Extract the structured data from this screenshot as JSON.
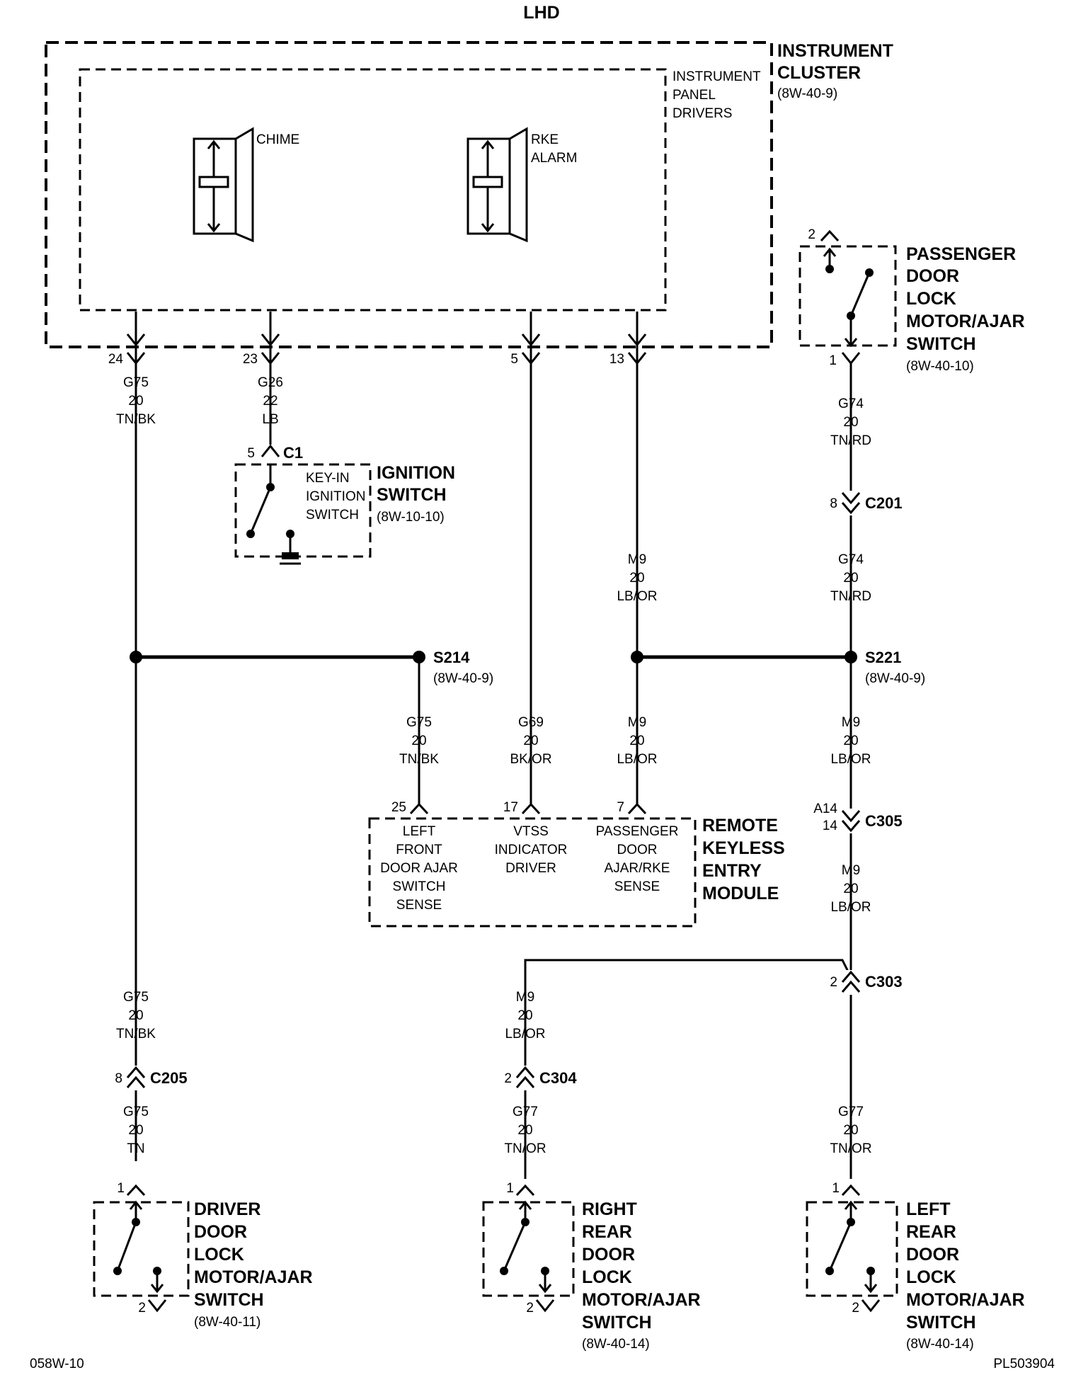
{
  "title": "LHD",
  "footer": {
    "left": "058W-10",
    "right": "PL503904"
  },
  "instrument_cluster": {
    "name_lines": [
      "INSTRUMENT",
      "CLUSTER"
    ],
    "ref": "(8W-40-9)",
    "inner_lines": [
      "INSTRUMENT",
      "PANEL",
      "DRIVERS"
    ],
    "chime": "CHIME",
    "rke_lines": [
      "RKE",
      "ALARM"
    ],
    "pins": [
      "24",
      "23",
      "5",
      "13"
    ]
  },
  "wires": {
    "g75_top": [
      "G75",
      "20",
      "TN/BK"
    ],
    "g26": [
      "G26",
      "22",
      "LB"
    ],
    "g74_top": [
      "G74",
      "20",
      "TN/RD"
    ],
    "g74_mid": [
      "G74",
      "20",
      "TN/RD"
    ],
    "m9_top": [
      "M9",
      "20",
      "LB/OR"
    ],
    "g75_mid": [
      "G75",
      "20",
      "TN/BK"
    ],
    "g69": [
      "G69",
      "20",
      "BK/OR"
    ],
    "m9_mid": [
      "M9",
      "20",
      "LB/OR"
    ],
    "m9_right1": [
      "M9",
      "20",
      "LB/OR"
    ],
    "m9_right2": [
      "M9",
      "20",
      "LB/OR"
    ],
    "m9_c304": [
      "M9",
      "20",
      "LB/OR"
    ],
    "g75_left": [
      "G75",
      "20",
      "TN/BK"
    ],
    "g75_tn": [
      "G75",
      "20",
      "TN"
    ],
    "g77_mid": [
      "G77",
      "20",
      "TN/OR"
    ],
    "g77_right": [
      "G77",
      "20",
      "TN/OR"
    ]
  },
  "ignition": {
    "connector": "C1",
    "pin": "5",
    "inner_lines": [
      "KEY-IN",
      "IGNITION",
      "SWITCH"
    ],
    "name_lines": [
      "IGNITION",
      "SWITCH"
    ],
    "ref": "(8W-10-10)"
  },
  "passenger_switch": {
    "pin_top": "2",
    "pin_bottom": "1",
    "name_lines": [
      "PASSENGER",
      "DOOR",
      "LOCK",
      "MOTOR/AJAR",
      "SWITCH"
    ],
    "ref": "(8W-40-10)"
  },
  "connectors": {
    "c201": {
      "name": "C201",
      "pin": "8"
    },
    "c305": {
      "name": "C305",
      "pin_a": "A14",
      "pin_b": "14"
    },
    "c303": {
      "name": "C303",
      "pin": "2"
    },
    "c304": {
      "name": "C304",
      "pin": "2"
    },
    "c205": {
      "name": "C205",
      "pin": "8"
    }
  },
  "splices": {
    "s214": {
      "name": "S214",
      "ref": "(8W-40-9)"
    },
    "s221": {
      "name": "S221",
      "ref": "(8W-40-9)"
    }
  },
  "rke_module": {
    "name_lines": [
      "REMOTE",
      "KEYLESS",
      "ENTRY",
      "MODULE"
    ],
    "pins": [
      "25",
      "17",
      "7"
    ],
    "left_lines": [
      "LEFT",
      "FRONT",
      "DOOR AJAR",
      "SWITCH",
      "SENSE"
    ],
    "mid_lines": [
      "VTSS",
      "INDICATOR",
      "DRIVER"
    ],
    "right_lines": [
      "PASSENGER",
      "DOOR",
      "AJAR/RKE",
      "SENSE"
    ]
  },
  "driver_switch": {
    "pin_top": "1",
    "pin_bottom": "2",
    "name_lines": [
      "DRIVER",
      "DOOR",
      "LOCK",
      "MOTOR/AJAR",
      "SWITCH"
    ],
    "ref": "(8W-40-11)"
  },
  "right_rear_switch": {
    "pin_top": "1",
    "pin_bottom": "2",
    "name_lines": [
      "RIGHT",
      "REAR",
      "DOOR",
      "LOCK",
      "MOTOR/AJAR",
      "SWITCH"
    ],
    "ref": "(8W-40-14)"
  },
  "left_rear_switch": {
    "pin_top": "1",
    "pin_bottom": "2",
    "name_lines": [
      "LEFT",
      "REAR",
      "DOOR",
      "LOCK",
      "MOTOR/AJAR",
      "SWITCH"
    ],
    "ref": "(8W-40-14)"
  }
}
